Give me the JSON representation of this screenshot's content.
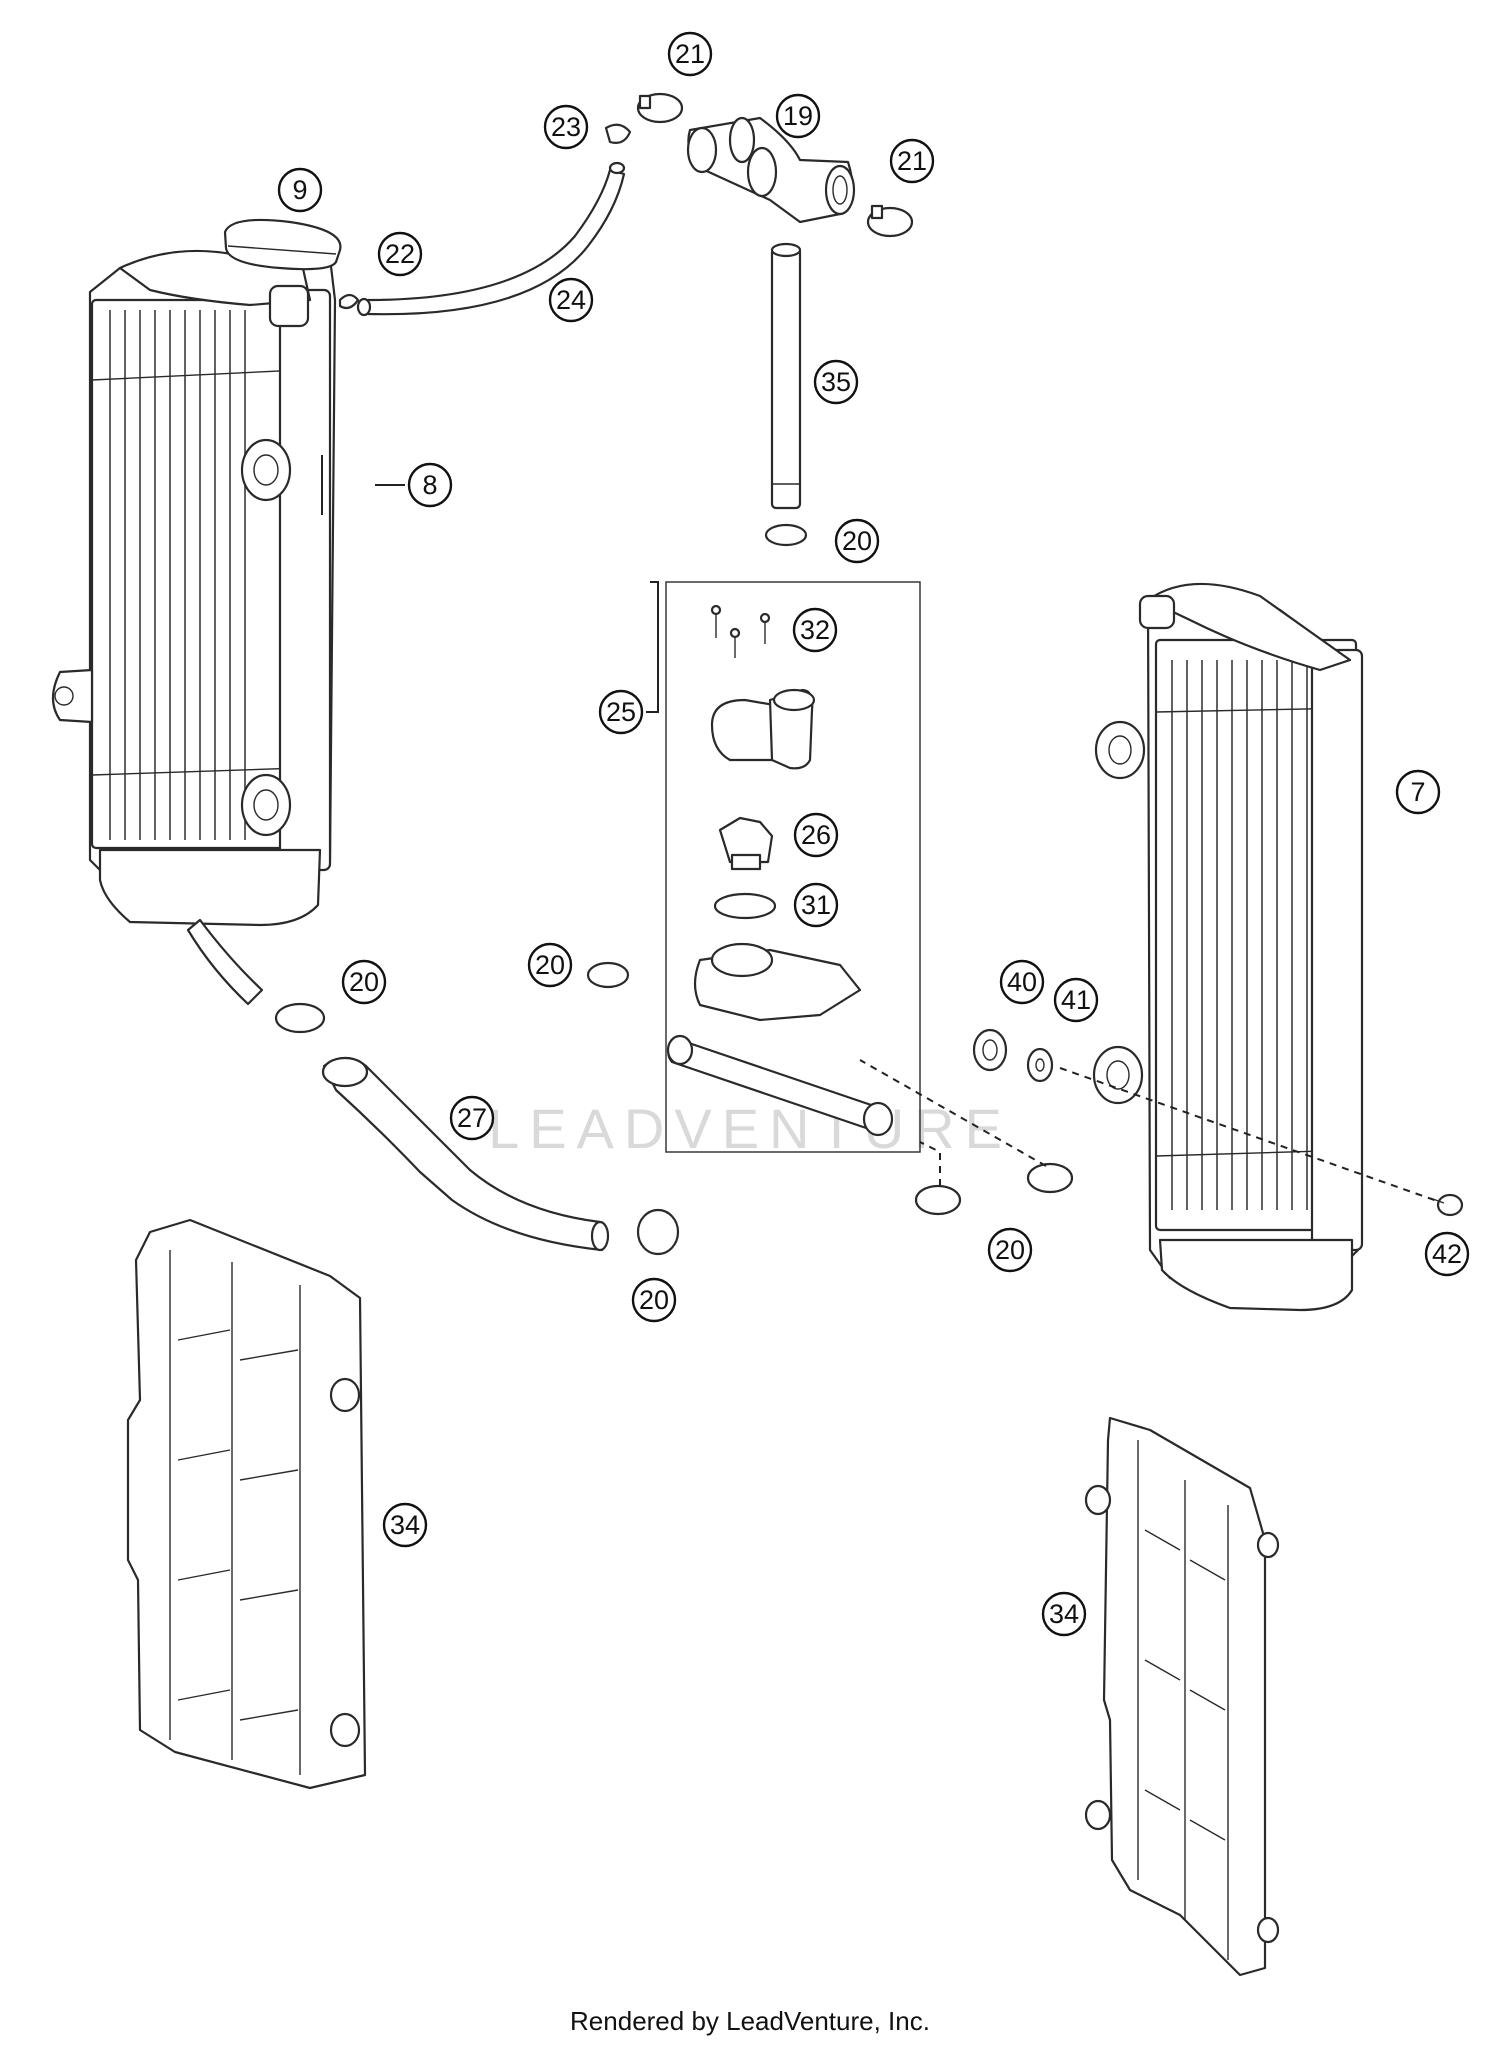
{
  "watermark": "LEADVENTURE",
  "footer": "Rendered by LeadVenture, Inc.",
  "callouts": {
    "c21a": "21",
    "c19": "19",
    "c23": "23",
    "c21b": "21",
    "c9": "9",
    "c22": "22",
    "c24": "24",
    "c35": "35",
    "c8": "8",
    "c20a": "20",
    "c32": "32",
    "c25": "25",
    "c7": "7",
    "c26": "26",
    "c31": "31",
    "c20b": "20",
    "c20c": "20",
    "c40": "40",
    "c41": "41",
    "c27": "27",
    "c20d": "20",
    "c42": "42",
    "c20e": "20",
    "c34a": "34",
    "c34b": "34"
  }
}
